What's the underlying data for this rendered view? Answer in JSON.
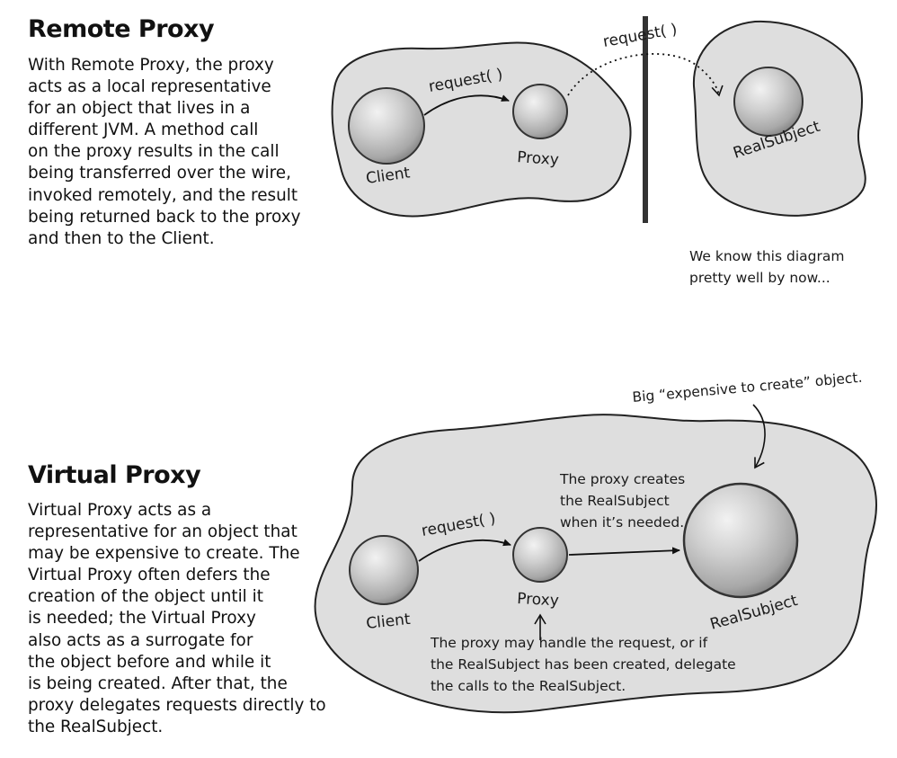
{
  "remote": {
    "heading": "Remote Proxy",
    "body": "With Remote Proxy, the proxy\nacts as a local representative\nfor an object that lives in a\ndifferent JVM. A method call\non the proxy results in the call\nbeing transferred over the wire,\ninvoked remotely, and the result\nbeing returned back to the proxy\nand then to the Client.",
    "diagram": {
      "client": "Client",
      "proxy": "Proxy",
      "real_subject": "RealSubject",
      "request_local": "request( )",
      "request_remote": "request( )"
    },
    "note": [
      "We know this diagram",
      "pretty well by now..."
    ]
  },
  "virtual": {
    "heading": "Virtual Proxy",
    "body": "Virtual Proxy acts as a\nrepresentative for an object that\nmay be expensive to create. The\nVirtual Proxy often defers the\ncreation of the object until it\nis needed; the Virtual Proxy\nalso acts as a surrogate for\nthe object before and while it\nis being created.  After that, the\nproxy delegates requests directly to\nthe RealSubject.",
    "diagram": {
      "client": "Client",
      "proxy": "Proxy",
      "real_subject": "RealSubject",
      "request": "request( )",
      "expensive_note": "Big “expensive to create” object.",
      "creates_note": [
        "The proxy creates",
        "the RealSubject",
        "when it’s needed."
      ],
      "handle_note": [
        "The proxy may handle the request, or if",
        "the RealSubject has been created, delegate",
        "the calls to the  RealSubject."
      ]
    }
  }
}
